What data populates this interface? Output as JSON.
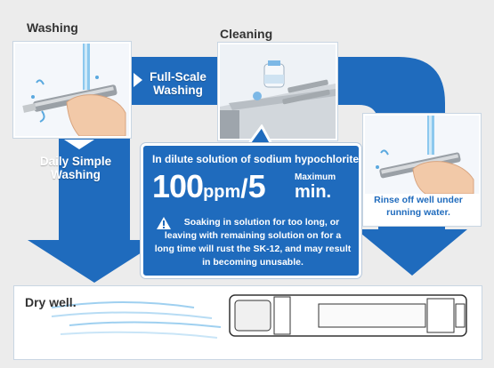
{
  "stages": {
    "washing": "Washing",
    "cleaning": "Cleaning"
  },
  "arrows": {
    "full_scale_line1": "Full-Scale",
    "full_scale_line2": "Washing",
    "daily_line1": "Daily Simple",
    "daily_line2": "Washing"
  },
  "callout": {
    "heading": "In dilute solution of sodium hypochlorite",
    "concentration_value": "100",
    "concentration_unit": "ppm",
    "separator": "/",
    "time_value": "5",
    "time_qualifier": "Maximum",
    "time_unit": "min.",
    "warning": "Soaking in solution for too long, or leaving with remaining solution on for a long time will rust the SK-12, and may result in becoming unusable."
  },
  "rinse": {
    "line1": "Rinse off well under",
    "line2": "running water."
  },
  "dry": {
    "label": "Dry well."
  },
  "colors": {
    "arrow_blue": "#1f6bbd",
    "panel_border": "#c9d6e3",
    "background": "#ececec"
  }
}
